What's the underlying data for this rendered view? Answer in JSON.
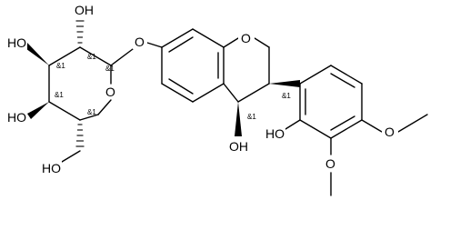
{
  "molecule": {
    "atom_labels": {
      "sugar_oh_top": "OH",
      "sugar_oh_left": "HO",
      "sugar_oh_bottom_left": "HO",
      "sugar_ring_o": "O",
      "glycosidic_o": "O",
      "ch2oh_ho": "HO",
      "pyran_ring_o": "O",
      "c4_oh": "OH",
      "phenol_oh": "HO",
      "methoxy_o_right": "O",
      "methoxy_o_bottom": "O"
    },
    "stereo_labels": {
      "s1": "&1",
      "s2": "&1",
      "s3": "&1",
      "s4": "&1",
      "s5": "&1",
      "s6": "&1",
      "s7": "&1"
    }
  }
}
